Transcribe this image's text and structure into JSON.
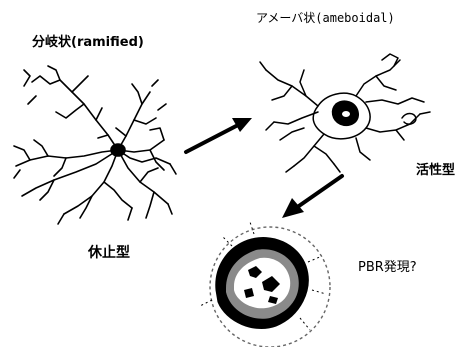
{
  "labels": {
    "ramified": "分岐状(ramified)",
    "amoeboid": "アメーバ状(ameboidal)",
    "resting": "休止型",
    "activated": "活性型",
    "pbr": "PBR発現?"
  },
  "colors": {
    "ink": "#000000",
    "background": "#ffffff",
    "dashed_outline": "#666666"
  }
}
